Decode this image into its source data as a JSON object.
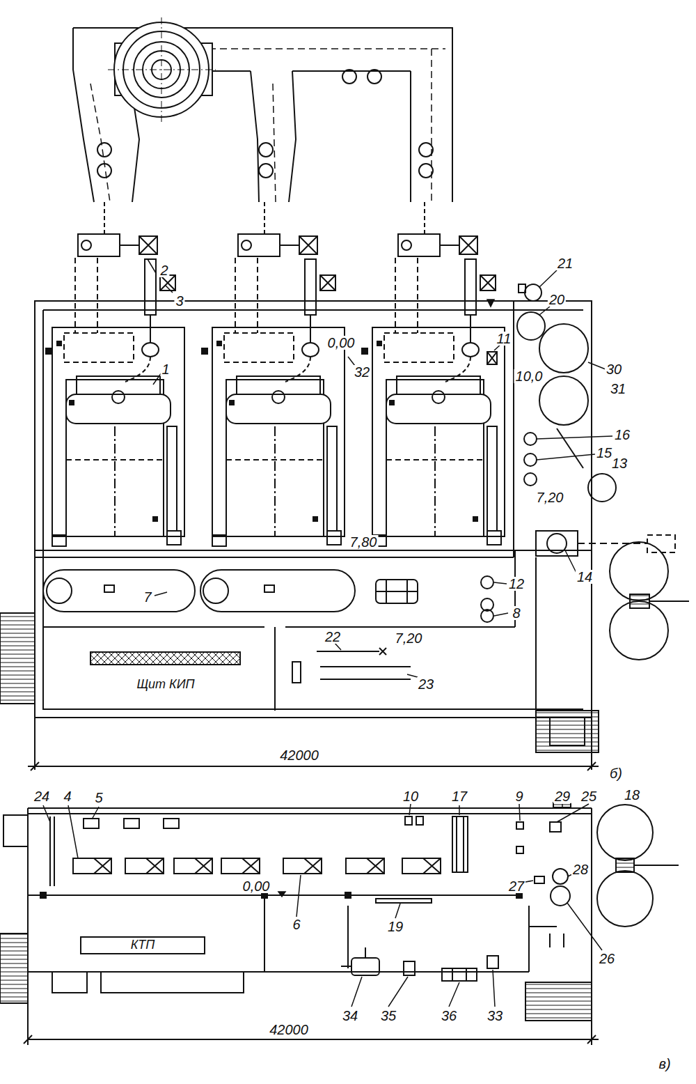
{
  "diagram": {
    "nodes": [
      {
        "text": [
          "КТП"
        ]
      }
    ],
    "labels": [
      "2",
      "3",
      "1",
      "32",
      "0,00",
      "11",
      "10,0",
      "30",
      "31",
      "16",
      "15",
      "13",
      "21",
      "20",
      "7,20",
      "7,80",
      "14",
      "12",
      "8",
      "7",
      "22",
      "7,20",
      "23",
      "Щит КИП",
      "42000",
      "б)",
      "24",
      "4",
      "5",
      "10",
      "17",
      "9",
      "29",
      "25",
      "18",
      "27",
      "28",
      "26",
      "6",
      "0,00",
      "19",
      "34",
      "35",
      "36",
      "33",
      "42000",
      "в)"
    ]
  }
}
